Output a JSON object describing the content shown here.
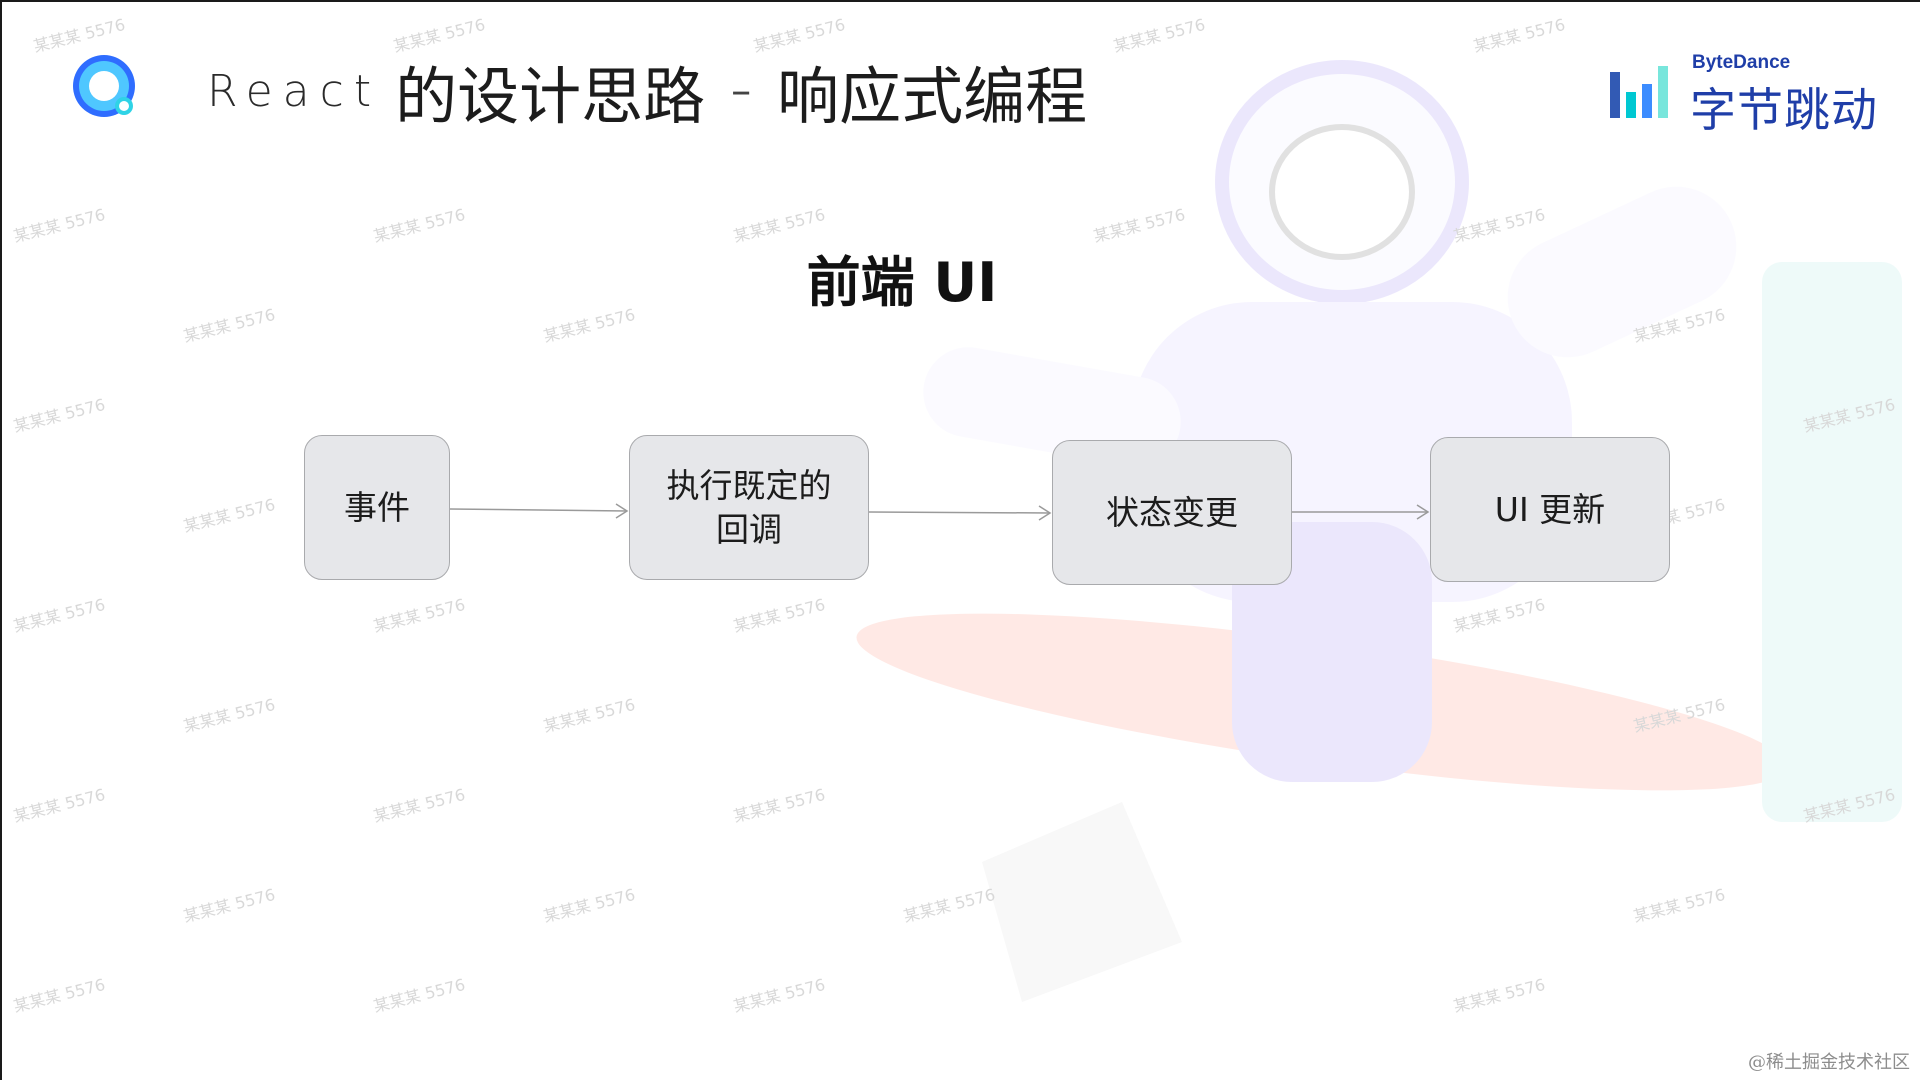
{
  "header": {
    "title_prefix": "React",
    "title_main": "的设计思路",
    "title_separator": "–",
    "title_sub": "响应式编程"
  },
  "brand": {
    "name_en": "ByteDance",
    "name_cn": "字节跳动",
    "color": "#1f3ea8",
    "logo_icon": "q-bubble-icon"
  },
  "section": {
    "heading": "前端 UI"
  },
  "flow": {
    "nodes": [
      {
        "lines": [
          "事件"
        ]
      },
      {
        "lines": [
          "执行既定的",
          "回调"
        ]
      },
      {
        "lines": [
          "状态变更"
        ]
      },
      {
        "lines": [
          "UI 更新"
        ]
      }
    ],
    "node_fill": "#e6e7ea",
    "node_border": "#a9aaad",
    "arrow_color": "#9a9a9a"
  },
  "watermark": {
    "text": "某某某 5576"
  },
  "footer": {
    "credit": "@稀土掘金技术社区"
  }
}
